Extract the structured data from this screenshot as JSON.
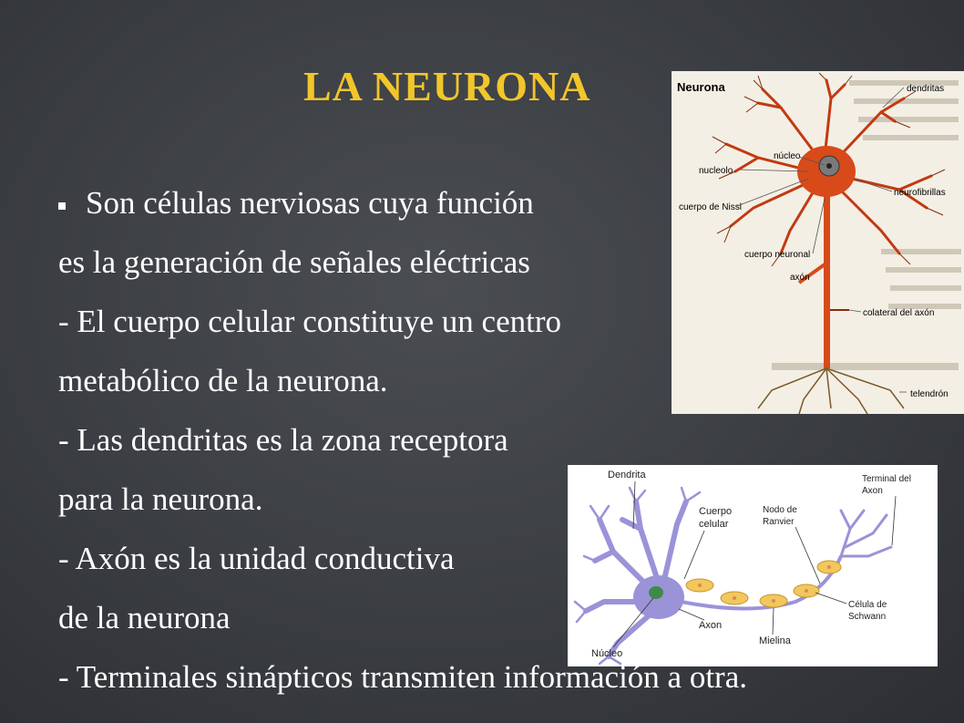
{
  "slide": {
    "title": "LA NEURONA",
    "lines": [
      "Son células nerviosas cuya función",
      "es la generación de señales eléctricas",
      "- El cuerpo celular constituye un centro",
      "metabólico de la neurona.",
      "- Las dendritas es la zona receptora",
      "para la neurona.",
      "- Axón es la unidad conductiva",
      "de la neurona",
      "- Terminales sinápticos transmiten información a otra."
    ]
  },
  "figure1": {
    "heading": "Neurona",
    "labels": {
      "dendritas": "dendritas",
      "nucleo": "núcleo",
      "nucleolo": "nucleolo",
      "neurofibrillas": "neurofibrillas",
      "nissl": "cuerpo de Nissl",
      "cuerpo": "cuerpo neuronal",
      "axon": "axón",
      "colateral": "colateral del axón",
      "telendron": "telendrón"
    }
  },
  "figure2": {
    "labels": {
      "dendrita": "Dendrita",
      "cuerpo1": "Cuerpo",
      "cuerpo2": "celular",
      "nodo1": "Nodo de",
      "nodo2": "Ranvier",
      "terminal1": "Terminal del",
      "terminal2": "Axon",
      "celula1": "Célula de",
      "celula2": "Schwann",
      "axon": "Axon",
      "mielina": "Mielina",
      "nucleo": "Núcleo"
    }
  }
}
